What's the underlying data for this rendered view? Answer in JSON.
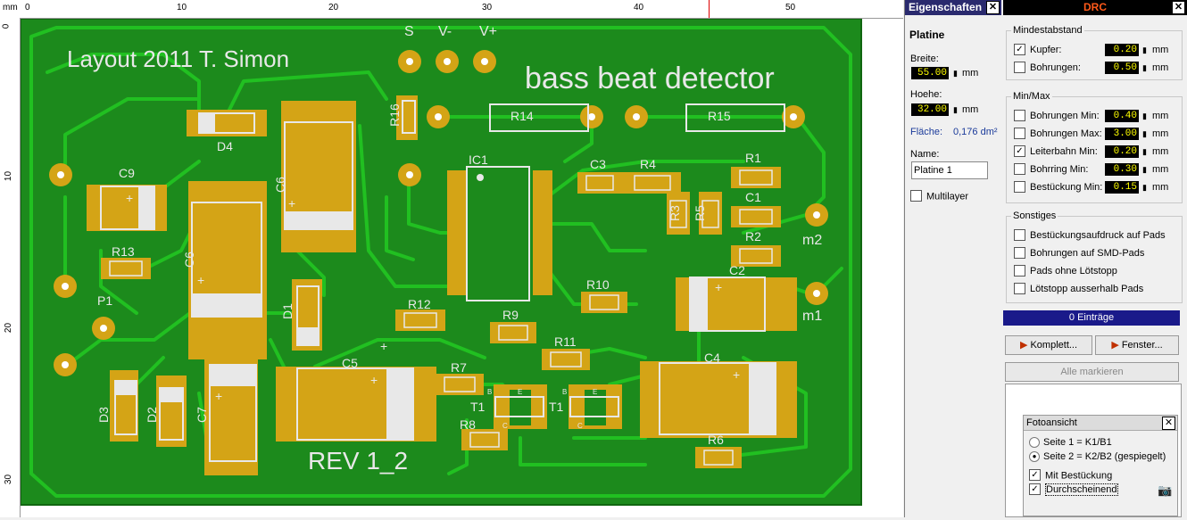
{
  "ruler": {
    "unit": "mm",
    "top_labels": [
      "0",
      "10",
      "20",
      "30",
      "40",
      "50"
    ],
    "left_labels": [
      "0",
      "10",
      "20",
      "30"
    ]
  },
  "pcb": {
    "layout_text": "Layout 2011 T. Simon",
    "title_text": "bass beat detector",
    "rev_text": "REV 1_2",
    "labels": [
      "S",
      "V-",
      "V+",
      "R16",
      "R14",
      "R15",
      "D4",
      "C6",
      "C9",
      "IC1",
      "C3",
      "R4",
      "R1",
      "C1",
      "R3",
      "R5",
      "R2",
      "m2",
      "R13",
      "C6",
      "P1",
      "D1",
      "R12",
      "R9",
      "R10",
      "C2",
      "m1",
      "R11",
      "C5",
      "R7",
      "C4",
      "T1",
      "T1",
      "B",
      "E",
      "C",
      "B",
      "E",
      "C",
      "D3",
      "D2",
      "C7",
      "R8",
      "R6"
    ]
  },
  "properties": {
    "title": "Eigenschaften",
    "section": "Platine",
    "breite_label": "Breite:",
    "breite_value": "55.00",
    "hoehe_label": "Hoehe:",
    "hoehe_value": "32.00",
    "unit": "mm",
    "flaeche_label": "Fläche:",
    "flaeche_value": "0,176 dm²",
    "name_label": "Name:",
    "name_value": "Platine 1",
    "multilayer_label": "Multilayer"
  },
  "drc": {
    "title": "DRC",
    "mindestabstand_title": "Mindestabstand",
    "mindestabstand": [
      {
        "label": "Kupfer:",
        "checked": true,
        "value": "0.20"
      },
      {
        "label": "Bohrungen:",
        "checked": false,
        "value": "0.50"
      }
    ],
    "minmax_title": "Min/Max",
    "minmax": [
      {
        "label": "Bohrungen Min:",
        "checked": false,
        "value": "0.40"
      },
      {
        "label": "Bohrungen Max:",
        "checked": false,
        "value": "3.00"
      },
      {
        "label": "Leiterbahn Min:",
        "checked": true,
        "value": "0.20"
      },
      {
        "label": "Bohrring Min:",
        "checked": false,
        "value": "0.30"
      },
      {
        "label": "Bestückung Min:",
        "checked": false,
        "value": "0.15"
      }
    ],
    "unit": "mm",
    "sonstiges_title": "Sonstiges",
    "sonstiges": [
      "Bestückungsaufdruck auf Pads",
      "Bohrungen auf SMD-Pads",
      "Pads ohne Lötstopp",
      "Lötstopp ausserhalb Pads"
    ],
    "entries": "0 Einträge",
    "komplett_label": "Komplett...",
    "fenster_label": "Fenster...",
    "alle_label": "Alle markieren"
  },
  "foto": {
    "title": "Fotoansicht",
    "seite1": "Seite 1 = K1/B1",
    "seite2": "Seite 2 = K2/B2  (gespiegelt)",
    "mit_bestueckung": "Mit Bestückung",
    "durchscheinend": "Durchscheinend"
  },
  "colors": {
    "board": "#1c8a1c",
    "copper": "#21c021",
    "pad": "#d4a416",
    "silk": "#e8e8e8",
    "panel_title": "#2a2a6e",
    "drc_bar": "#1a1a8a"
  }
}
